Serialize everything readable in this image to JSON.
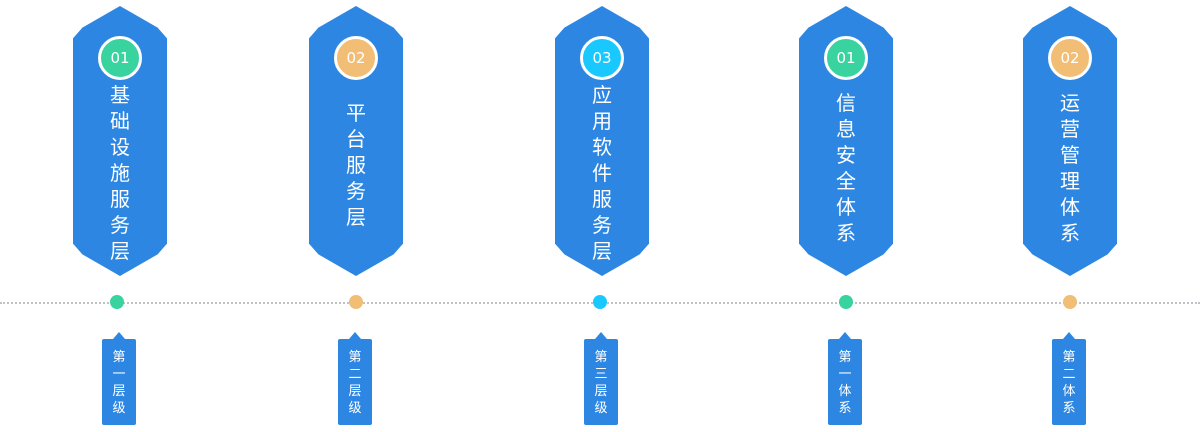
{
  "colors": {
    "panel": "#2d87e2",
    "teal": "#38d39f",
    "orange": "#f2bd74",
    "cyan": "#18c8ff",
    "timeline": "#bfc3c7"
  },
  "items": [
    {
      "badge": "01",
      "title": "基础设施服务层",
      "tag": "第一层级",
      "color": "#38d39f"
    },
    {
      "badge": "02",
      "title": "平台服务层",
      "tag": "第二层级",
      "color": "#f2bd74"
    },
    {
      "badge": "03",
      "title": "应用软件服务层",
      "tag": "第三层级",
      "color": "#18c8ff"
    },
    {
      "badge": "01",
      "title": "信息安全体系",
      "tag": "第一体系",
      "color": "#38d39f"
    },
    {
      "badge": "02",
      "title": "运营管理体系",
      "tag": "第二体系",
      "color": "#f2bd74"
    }
  ]
}
